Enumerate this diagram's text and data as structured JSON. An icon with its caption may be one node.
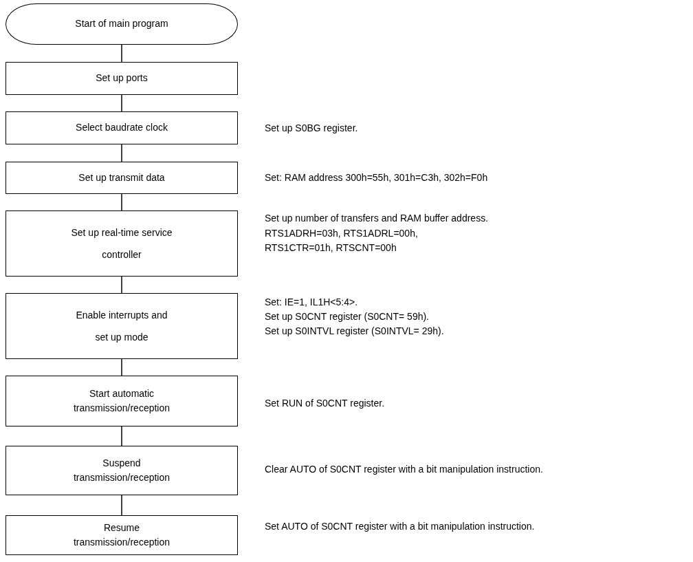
{
  "diagram": {
    "nodes": [
      {
        "text": [
          "Start of main program"
        ]
      },
      {
        "text": [
          "Set up ports"
        ]
      },
      {
        "text": [
          "Select baudrate clock"
        ],
        "beside": [
          "Set up S0BG register."
        ]
      },
      {
        "text": [
          "Set up transmit data"
        ],
        "beside": [
          "Set: RAM address 300h=55h, 301h=C3h, 302h=F0h"
        ]
      },
      {
        "text": [
          "Set up real-time service controller"
        ],
        "beside": [
          "Set up number of transfers and RAM buffer address.",
          "RTS1ADRH=03h, RTS1ADRL=00h, RTS1CTR=01h, RTSCNT=00h"
        ]
      },
      {
        "text": [
          "Enable interrupts and set up mode"
        ],
        "beside": [
          "Set: IE=1, IL1H<5:4>.",
          "Set up S0CNT register (S0CNT= 59h).",
          "Set up S0INTVL register (S0INTVL= 29h)."
        ]
      },
      {
        "text": [
          "Start automatic transmission/reception"
        ],
        "beside": [
          "Set RUN of S0CNT register."
        ]
      },
      {
        "text": [
          "Suspend transmission/reception"
        ],
        "beside": [
          "Clear AUTO of S0CNT register with a bit manipulation instruction."
        ]
      },
      {
        "text": [
          "Resume transmission/reception"
        ],
        "beside": [
          "Set AUTO of S0CNT register with a bit manipulation instruction."
        ]
      }
    ],
    "edges": [
      {
        "from": 0,
        "to": 1,
        "arrow": "none"
      },
      {
        "from": 1,
        "to": 2,
        "arrow": "none"
      },
      {
        "from": 2,
        "to": 3,
        "arrow": "none"
      },
      {
        "from": 3,
        "to": 4,
        "arrow": "none"
      },
      {
        "from": 4,
        "to": 5,
        "arrow": "none"
      },
      {
        "from": 5,
        "to": 6,
        "arrow": "none"
      },
      {
        "from": 6,
        "to": 7,
        "arrow": "none"
      },
      {
        "from": 7,
        "to": 8,
        "arrow": "none"
      }
    ]
  }
}
